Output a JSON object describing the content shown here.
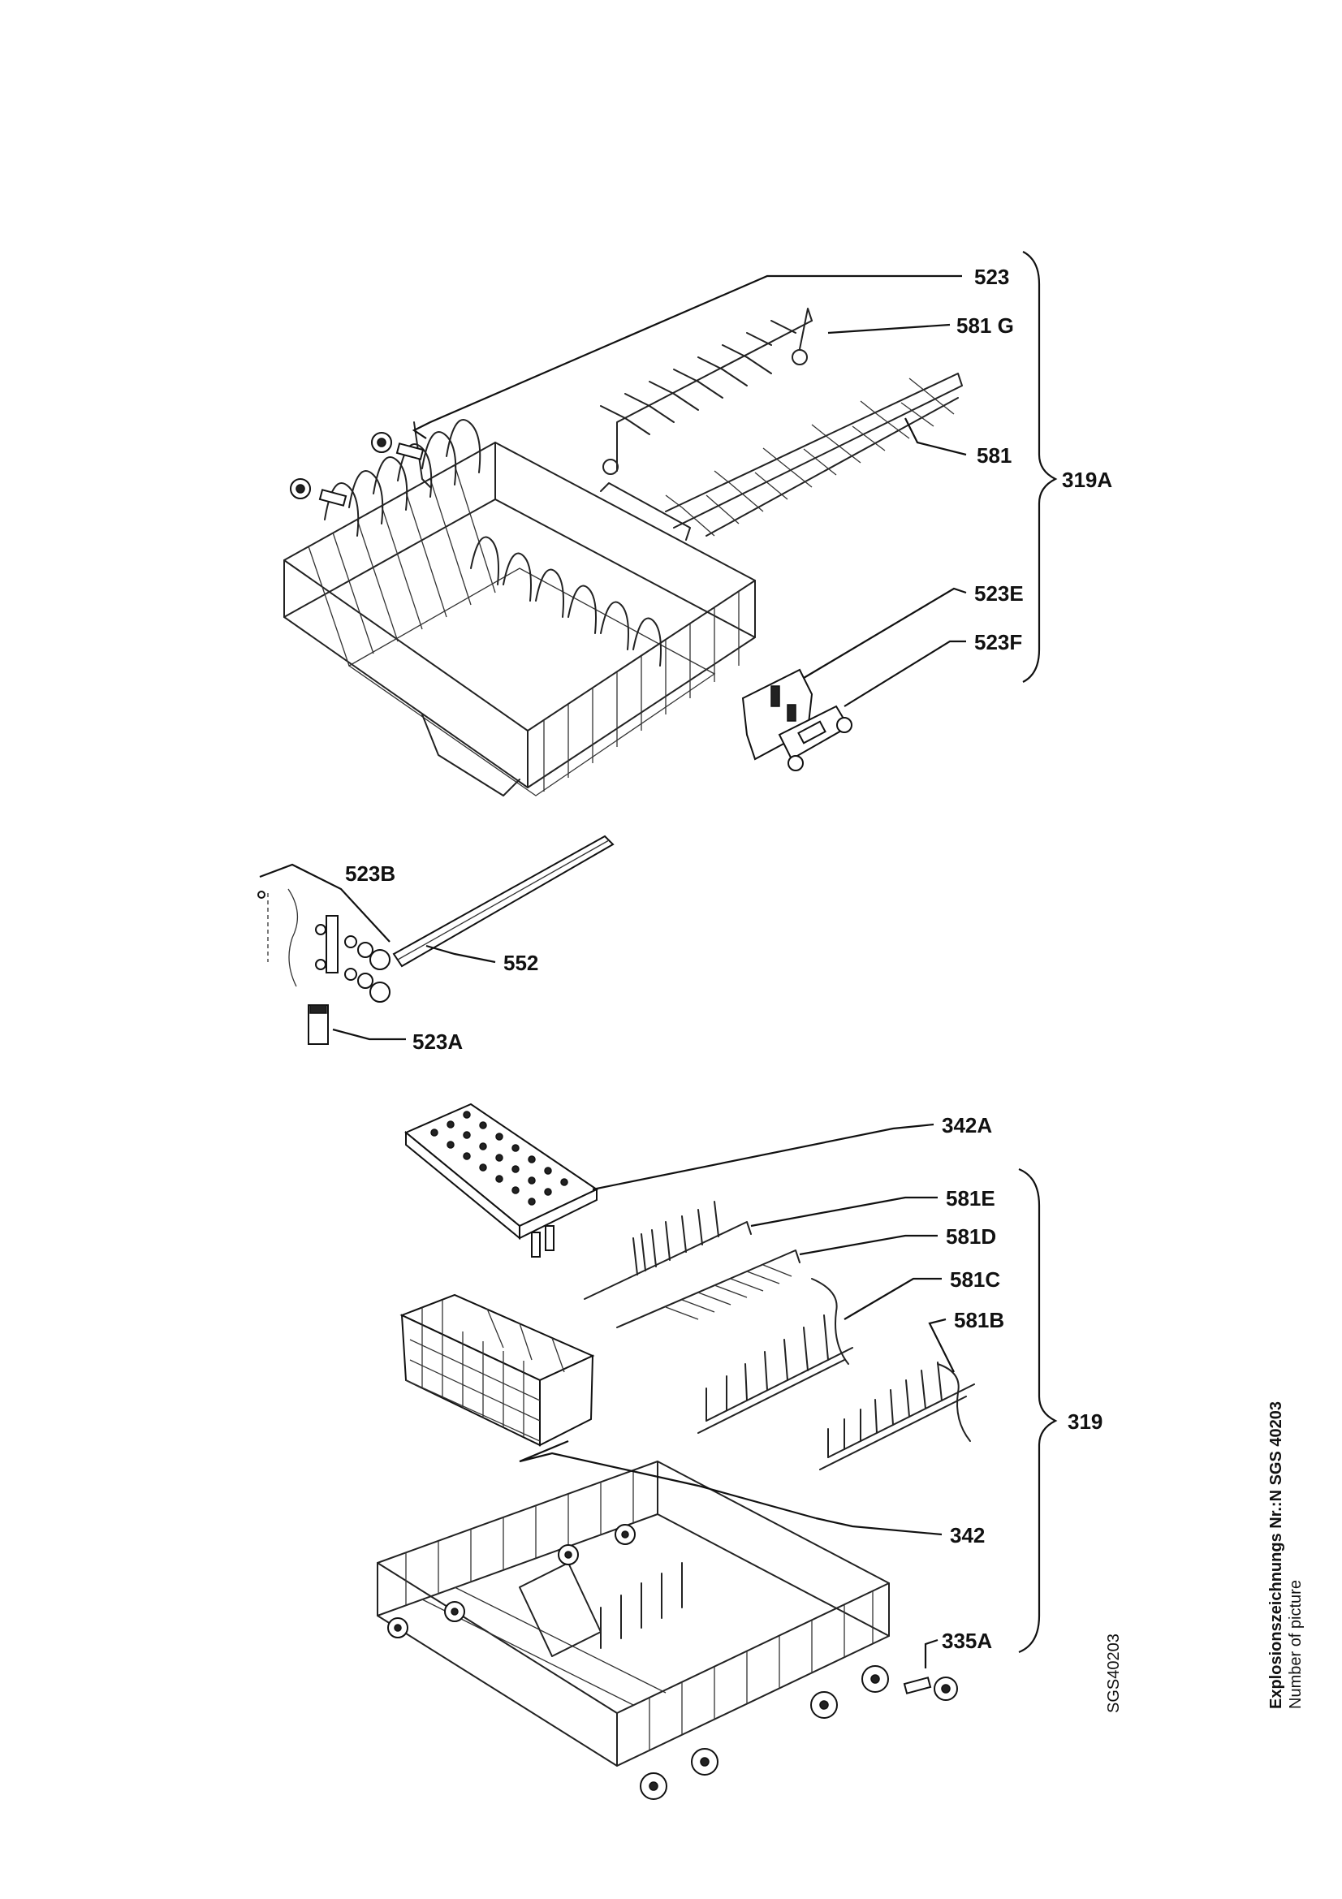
{
  "labels": {
    "l523": "523",
    "l581g": "581 G",
    "l581": "581",
    "l319a": "319A",
    "l523e": "523E",
    "l523f": "523F",
    "l523b": "523B",
    "l552": "552",
    "l523a": "523A",
    "l342a": "342A",
    "l581e": "581E",
    "l581d": "581D",
    "l581c": "581C",
    "l581b": "581B",
    "l319": "319",
    "l342": "342",
    "l335a": "335A"
  },
  "side_text": {
    "code": "SGS40203",
    "title": "Explosionszeichnungs Nr.:N SGS 40203",
    "subtitle": "Number of picture"
  }
}
